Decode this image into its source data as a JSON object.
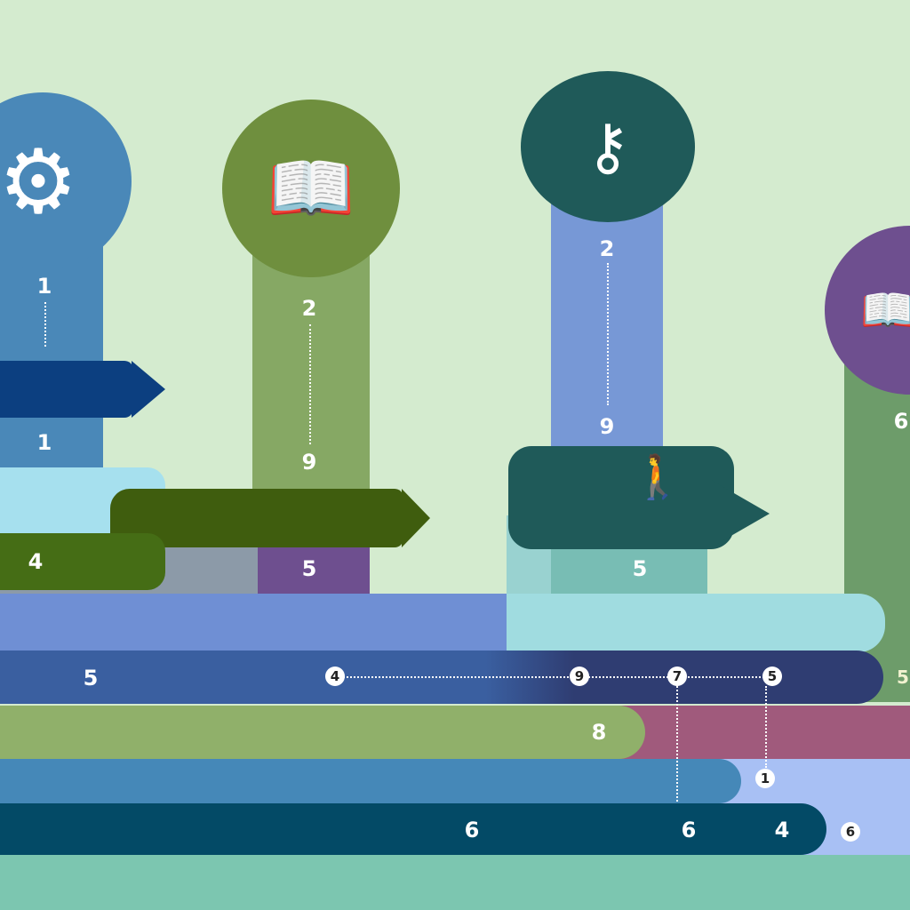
{
  "colors": {
    "background": "#d4ebcf",
    "blue": "#4588b8",
    "green": "#6f8f3e",
    "teal": "#1f5a59",
    "purple": "#6e4f8f",
    "navy": "#2f3d72",
    "dark_teal": "#034a66"
  },
  "columns": [
    {
      "icon": "gear-icon",
      "labels": [
        "1",
        "1"
      ]
    },
    {
      "icon": "book-idea-icon",
      "labels": [
        "2",
        "9",
        "5"
      ]
    },
    {
      "icon": "key-icon",
      "labels": [
        "2",
        "9",
        "5"
      ]
    },
    {
      "icon": "book-icon",
      "labels": [
        "6"
      ]
    }
  ],
  "arrows": [
    {
      "label": "4"
    },
    {
      "icon": "person-icon"
    }
  ],
  "rows": [
    {
      "labels": [
        "5"
      ],
      "markers": [
        "4",
        "9",
        "7",
        "5"
      ],
      "side": "5"
    },
    {
      "labels": [
        "8"
      ]
    },
    {
      "markers": [
        "1"
      ]
    },
    {
      "labels": [
        "6",
        "6",
        "4"
      ],
      "markers": [
        "6"
      ]
    }
  ]
}
